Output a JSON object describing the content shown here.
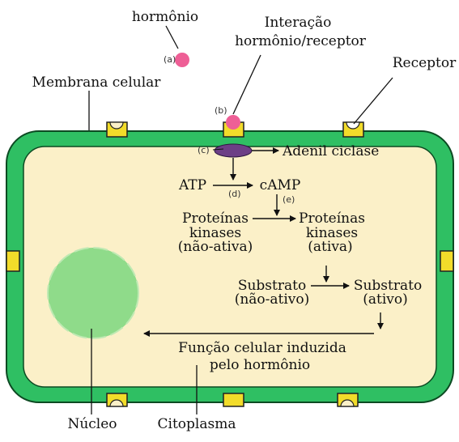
{
  "labels": {
    "hormone": "hormônio",
    "interaction_line1": "Interação",
    "interaction_line2": "hormônio/receptor",
    "receptor": "Receptor",
    "membrane": "Membrana celular",
    "adenyl_cyclase": "Adenil ciclase",
    "atp": "ATP",
    "camp": "cAMP",
    "pk_inactive_1": "Proteínas",
    "pk_inactive_2": "kinases",
    "pk_inactive_3": "(não-ativa)",
    "pk_active_1": "Proteínas",
    "pk_active_2": "kinases",
    "pk_active_3": "(ativa)",
    "substrate_inactive_1": "Substrato",
    "substrate_inactive_2": "(não-ativo)",
    "substrate_active_1": "Substrato",
    "substrate_active_2": "(ativo)",
    "function_1": "Função celular induzida",
    "function_2": "pelo hormônio",
    "nucleus": "Núcleo",
    "cytoplasm": "Citoplasma"
  },
  "steps": {
    "a": "(a)",
    "b": "(b)",
    "c": "(c)",
    "d": "(d)",
    "e": "(e)"
  },
  "colors": {
    "membrane": "#2fbf63",
    "cytoplasm": "#fbf0c8",
    "nucleus": "#8fdb8a",
    "receptor": "#f2dc2a",
    "hormone": "#ee5f96",
    "adenyl_cyclase": "#6d3f86"
  }
}
